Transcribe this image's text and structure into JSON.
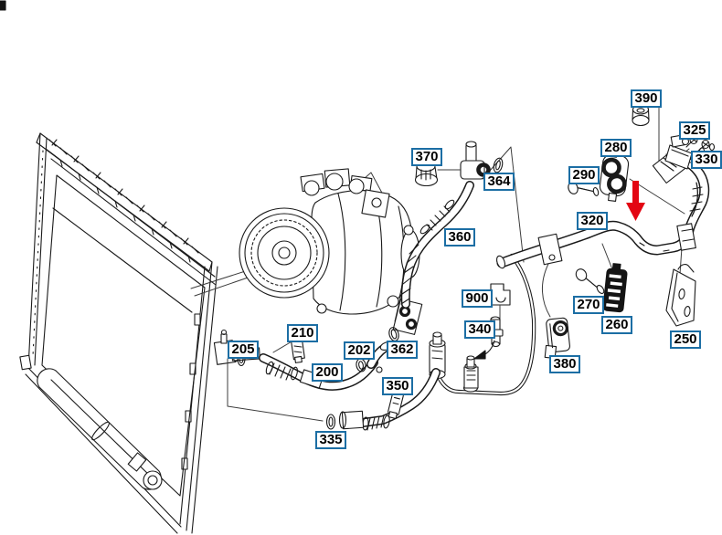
{
  "diagram": {
    "type": "exploded-parts-diagram",
    "subject": "air conditioning condenser, compressor and refrigerant lines",
    "background_color": "#ffffff",
    "line_color": "#1a1a1a",
    "callout_style": {
      "border_color": "#1c6ea4",
      "background": "#ffffff",
      "text_color": "#000000"
    },
    "indicators": {
      "red_arrow": {
        "name": "red-arrow-down",
        "color": "#e30613",
        "points_at": "pipe near callout 320"
      },
      "black_arrow": {
        "name": "curved-arrow",
        "color": "#141414",
        "from": "part 340",
        "to": "service valve on pipe"
      }
    },
    "callouts": [
      {
        "text": "200"
      },
      {
        "text": "202"
      },
      {
        "text": "205"
      },
      {
        "text": "210"
      },
      {
        "text": "250"
      },
      {
        "text": "260"
      },
      {
        "text": "270"
      },
      {
        "text": "280"
      },
      {
        "text": "290"
      },
      {
        "text": "320"
      },
      {
        "text": "325"
      },
      {
        "text": "330"
      },
      {
        "text": "335"
      },
      {
        "text": "340"
      },
      {
        "text": "350"
      },
      {
        "text": "360"
      },
      {
        "text": "362"
      },
      {
        "text": "364"
      },
      {
        "text": "370"
      },
      {
        "text": "380"
      },
      {
        "text": "390"
      },
      {
        "text": "900"
      }
    ]
  }
}
